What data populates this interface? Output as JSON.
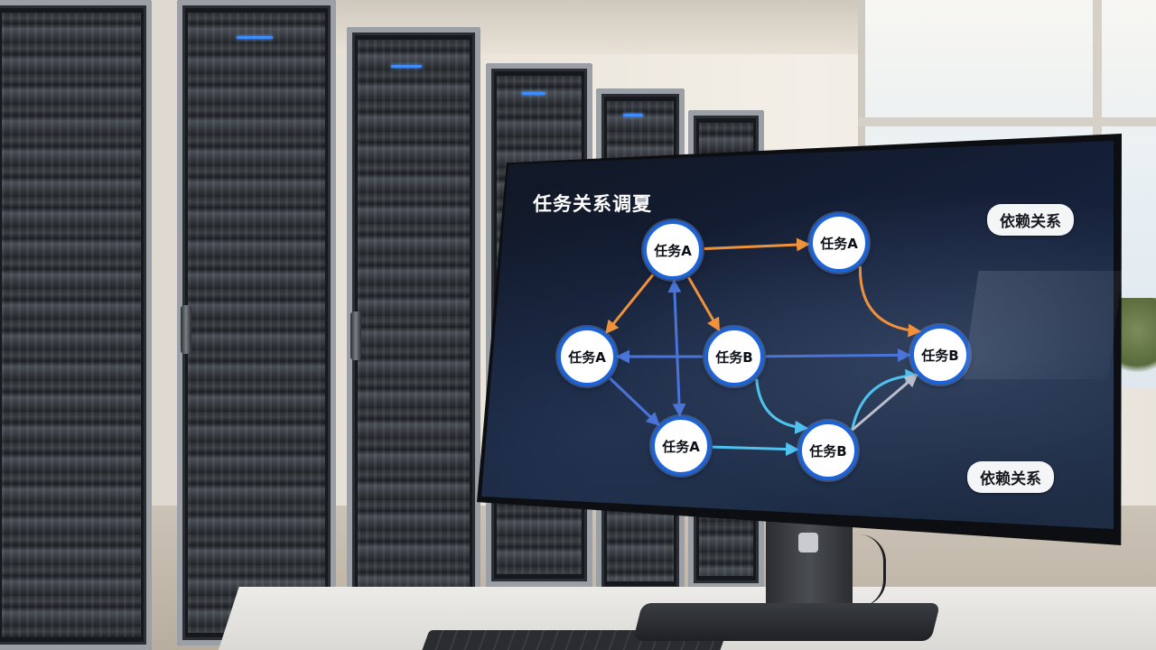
{
  "diagram": {
    "title": "任务关系调夏",
    "legend_labels": [
      "依赖关系",
      "依赖关系"
    ],
    "nodes": [
      {
        "id": "n1",
        "label": "任务A"
      },
      {
        "id": "n2",
        "label": "任务A"
      },
      {
        "id": "n3",
        "label": "任务A"
      },
      {
        "id": "n4",
        "label": "任务B"
      },
      {
        "id": "n5",
        "label": "任务B"
      },
      {
        "id": "n6",
        "label": "任务A"
      },
      {
        "id": "n7",
        "label": "任务B"
      }
    ],
    "edges": [
      {
        "from": "n1",
        "to": "n2",
        "color": "#f0923c"
      },
      {
        "from": "n2",
        "to": "n5",
        "color": "#f0923c"
      },
      {
        "from": "n1",
        "to": "n3",
        "color": "#f0923c"
      },
      {
        "from": "n1",
        "to": "n4",
        "color": "#f0923c"
      },
      {
        "from": "n4",
        "to": "n3",
        "color": "#4a74d8"
      },
      {
        "from": "n4",
        "to": "n5",
        "color": "#4a74d8"
      },
      {
        "from": "n3",
        "to": "n6",
        "color": "#4a74d8"
      },
      {
        "from": "n6",
        "to": "n1",
        "color": "#4a74d8"
      },
      {
        "from": "n4",
        "to": "n7",
        "color": "#4fc3ee"
      },
      {
        "from": "n6",
        "to": "n7",
        "color": "#4fc3ee"
      },
      {
        "from": "n7",
        "to": "n5",
        "color": "#4fc3ee"
      },
      {
        "from": "n7",
        "to": "n5",
        "color": "#b9bfcc"
      }
    ],
    "colors": {
      "node_border": "#1e63d6",
      "orange_edge": "#f0923c",
      "blue_edge": "#4a74d8",
      "cyan_edge": "#4fc3ee",
      "grey_edge": "#b9bfcc"
    }
  }
}
